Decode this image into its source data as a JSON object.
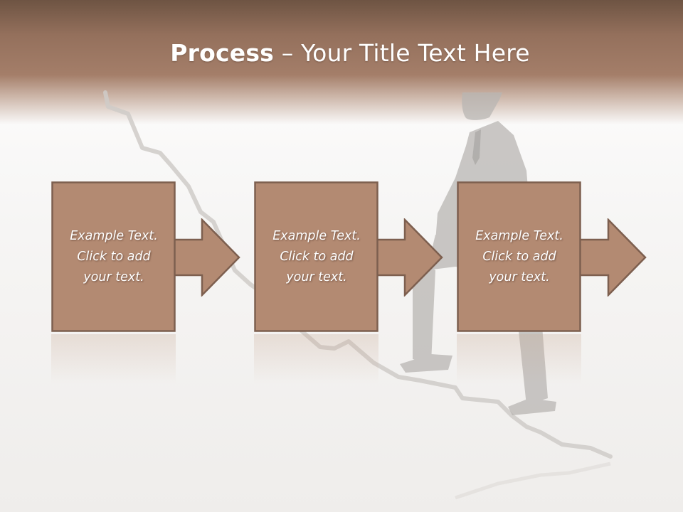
{
  "title": {
    "bold": "Process",
    "rest": " – Your Title Text Here"
  },
  "steps": [
    {
      "lines": [
        "Example Text.",
        "Click  to add",
        "your text."
      ]
    },
    {
      "lines": [
        "Example Text.",
        "Click  to add",
        "your text."
      ]
    },
    {
      "lines": [
        "Example Text.",
        "Click  to add",
        "your text."
      ]
    }
  ],
  "colors": {
    "box_fill": "#b38a72",
    "box_border": "#7d5f4f",
    "header": "#a47e69",
    "graph_line": "#c9c6c3"
  }
}
